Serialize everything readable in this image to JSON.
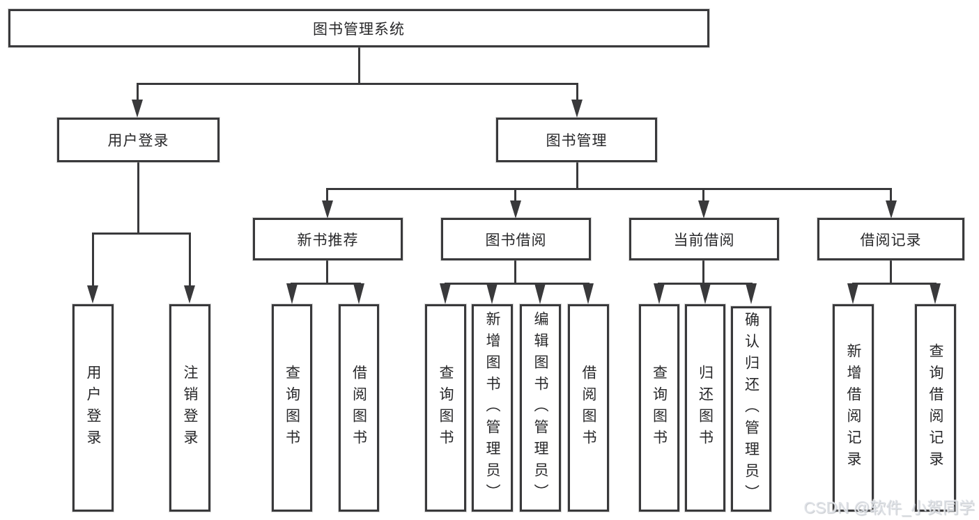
{
  "nodes": {
    "root": "图书管理系统",
    "user_login": "用户登录",
    "book_management": "图书管理",
    "new_book_recommend": "新书推荐",
    "book_borrowing": "图书借阅",
    "current_borrowing": "当前借阅",
    "borrowing_records": "借阅记录",
    "leaf_user_login": "用户登录",
    "leaf_logout": "注销登录",
    "leaf_nb_query_books": "查询图书",
    "leaf_nb_borrow_books": "借阅图书",
    "leaf_bb_query_books": "查询图书",
    "leaf_bb_add_books": "新增图书（管理员）",
    "leaf_bb_edit_books": "编辑图书（管理员）",
    "leaf_bb_borrow_books": "借阅图书",
    "leaf_cb_query_books": "查询图书",
    "leaf_cb_return_books": "归还图书",
    "leaf_cb_confirm_return": "确认归还（管理员）",
    "leaf_br_add_record": "新增借阅记录",
    "leaf_br_query_record": "查询借阅记录"
  },
  "watermark": "CSDN @软件_小贺同学",
  "colors": {
    "line": "#39393b",
    "text": "#28282a",
    "background": "#ffffff",
    "watermark": "#dee2e7"
  }
}
